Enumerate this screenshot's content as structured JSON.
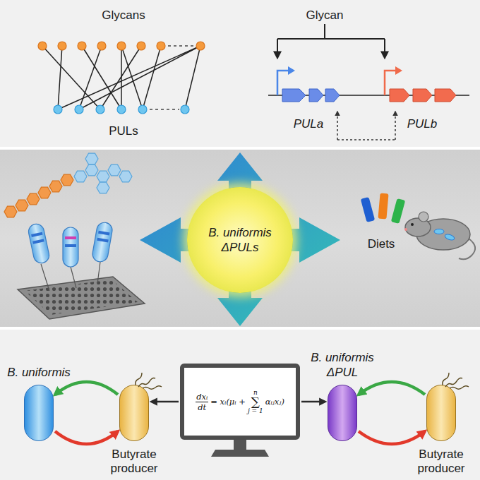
{
  "diagram": {
    "nodes": [
      {
        "text": [
          "B. uniformis ΔPULs"
        ]
      },
      {
        "text": [
          "B. uniformis"
        ]
      },
      {
        "text": [
          "Butyrate producer"
        ]
      },
      {
        "text": [
          "dxᵢ",
          "dt",
          "= xᵢ(μᵢ +",
          "n",
          "∑",
          "j = 1",
          "αᵢⱼxⱼ)"
        ]
      },
      {
        "text": [
          "B. uniformis ΔPUL"
        ]
      },
      {
        "text": [
          "Butyrate producer"
        ]
      }
    ],
    "edges": [
      {
        "from": 2,
        "to": 1,
        "arrow": "to"
      },
      {
        "from": 1,
        "to": 2,
        "arrow": "to"
      },
      {
        "from": 3,
        "to": 2,
        "arrow": "to"
      },
      {
        "from": 3,
        "to": 4,
        "arrow": "to"
      },
      {
        "from": 5,
        "to": 4,
        "arrow": "to"
      },
      {
        "from": 4,
        "to": 5,
        "arrow": "to"
      }
    ],
    "labels": [
      "Glycans",
      "PULs",
      "Glycan",
      "PULa",
      "PULb",
      "Diets"
    ]
  }
}
